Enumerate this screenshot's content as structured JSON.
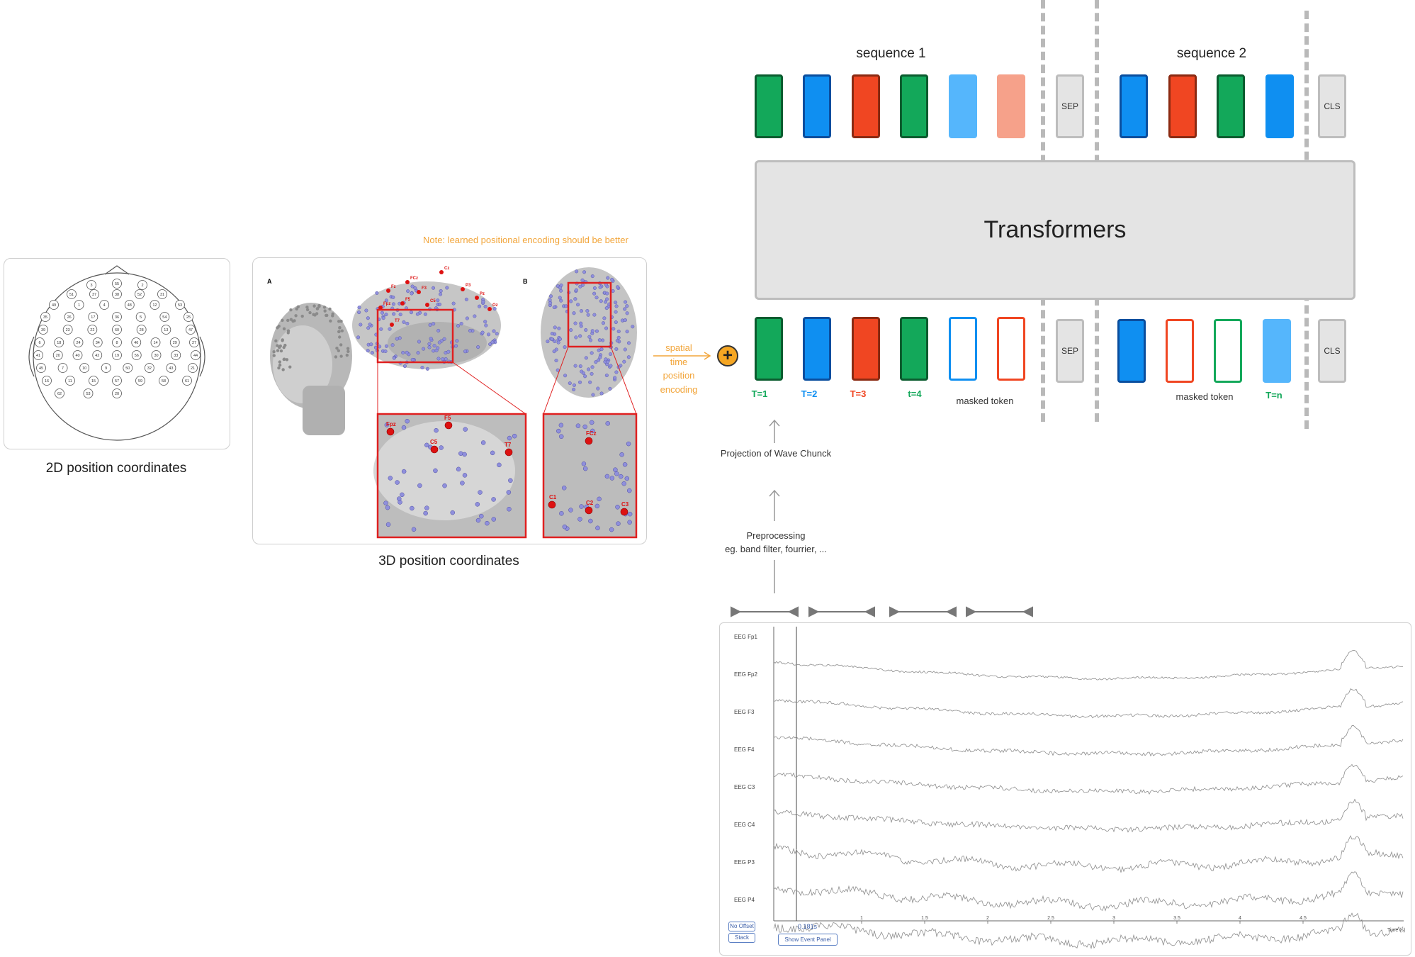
{
  "left_panel": {
    "caption": "2D position coordinates",
    "electrodes": [
      "3",
      "55",
      "2",
      "51",
      "37",
      "38",
      "52",
      "31",
      "49",
      "1",
      "4",
      "48",
      "12",
      "53",
      "35",
      "26",
      "17",
      "36",
      "5",
      "54",
      "25",
      "39",
      "23",
      "22",
      "60",
      "28",
      "13",
      "47",
      "6",
      "18",
      "24",
      "34",
      "8",
      "46",
      "14",
      "29",
      "27",
      "41",
      "20",
      "40",
      "42",
      "19",
      "56",
      "30",
      "33",
      "44",
      "45",
      "7",
      "10",
      "9",
      "50",
      "32",
      "43",
      "21",
      "16",
      "11",
      "15",
      "57",
      "59",
      "58",
      "61",
      "62",
      "53",
      "20"
    ]
  },
  "middle_panel": {
    "note": "Note: learned positional encoding should be better",
    "caption": "3D position coordinates",
    "panel_a_label": "A",
    "panel_b_label": "B",
    "brain_labels": [
      "Cz",
      "FCz",
      "Fz",
      "F3",
      "Fpz",
      "P3",
      "Pz",
      "Oz",
      "F5",
      "C5",
      "T7"
    ],
    "zoom_a_labels": [
      "Fpz",
      "F5",
      "C5",
      "T7"
    ],
    "zoom_b_labels": [
      "FCz",
      "C1",
      "C2",
      "C3"
    ]
  },
  "encoding_label": [
    "spatial",
    "time",
    "position",
    "encoding"
  ],
  "plus_symbol": "+",
  "transformer": {
    "sequence1_label": "sequence 1",
    "sequence2_label": "sequence 2",
    "block_label": "Transformers",
    "sep_label": "SEP",
    "cls_label": "CLS",
    "time_labels": [
      "T=1",
      "T=2",
      "T=3",
      "t=4",
      "T=n"
    ],
    "masked_label": "masked token",
    "colors": {
      "green": "#13a85a",
      "blue": "#0f8ff1",
      "red": "#f04622",
      "lightblue": "#55b6fc",
      "salmon": "#f6a18a",
      "gray": "#e4e4e4"
    }
  },
  "pipeline": {
    "projection": "Projection of Wave Chunck",
    "preprocessing": [
      "Preprocessing",
      "eg. band filter, fourrier, ..."
    ]
  },
  "eeg": {
    "channels": [
      "EEG Fp1",
      "EEG Fp2",
      "EEG F3",
      "EEG F4",
      "EEG C3",
      "EEG C4",
      "EEG P3",
      "EEG P4"
    ],
    "ticks": [
      "1",
      "1.5",
      "2",
      "2.5",
      "3",
      "3.5",
      "4",
      "4.5"
    ],
    "axis_label": "Time (s)",
    "cursor": "0.181s",
    "buttons": {
      "no_offset": "No Offset",
      "stack": "Stack",
      "event_panel": "Show Event Panel"
    }
  }
}
